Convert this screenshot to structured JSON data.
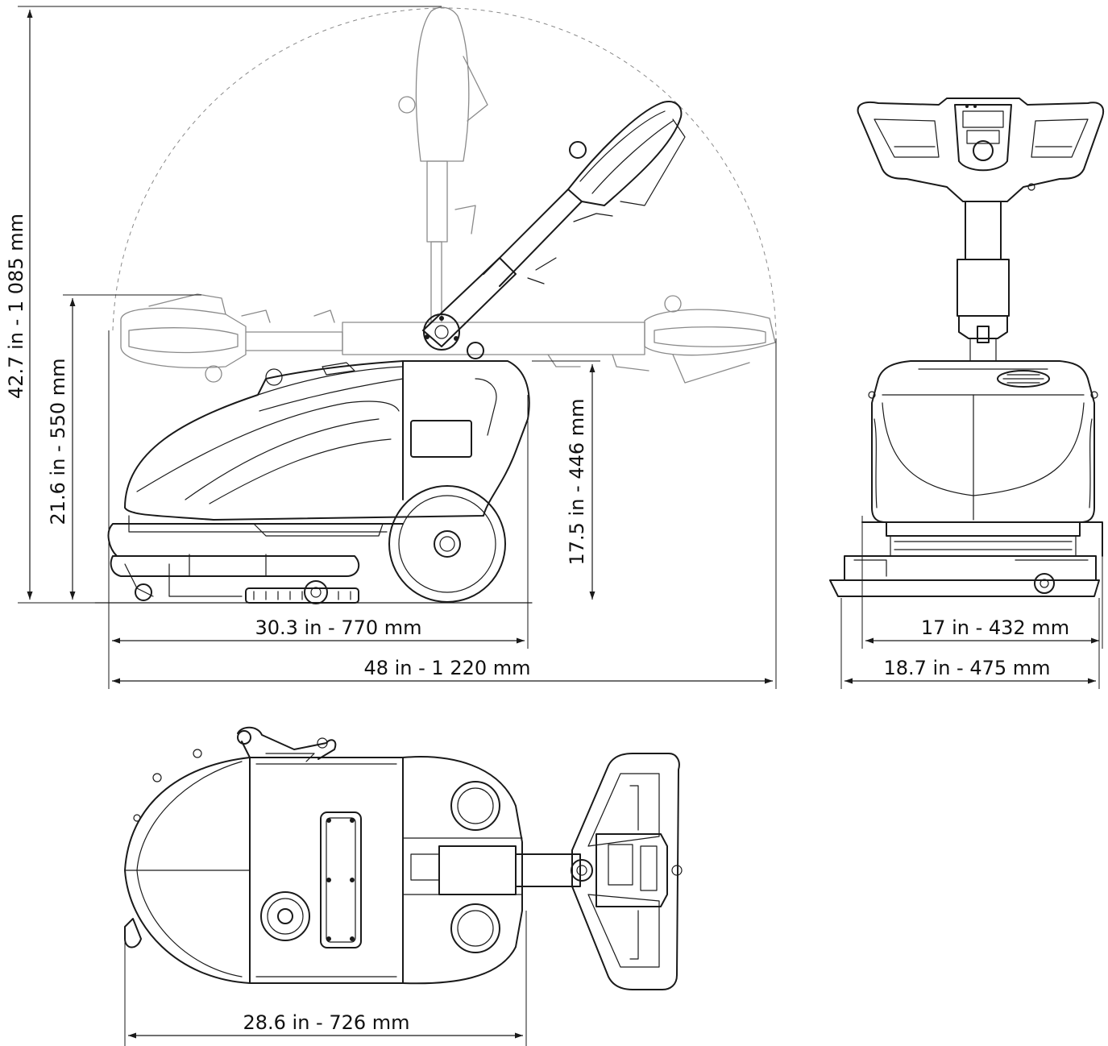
{
  "dimensions": {
    "total_height": "42.7 in - 1 085 mm",
    "handle_height": "21.6 in - 550 mm",
    "body_height": "17.5 in - 446 mm",
    "body_length": "30.3 in - 770 mm",
    "total_length": "48 in - 1 220 mm",
    "front_width": "17 in - 432 mm",
    "squeegee_width": "18.7 in - 475 mm",
    "top_length": "28.6 in - 726 mm"
  },
  "colors": {
    "line": "#1a1a1a",
    "ghost": "#8a8a8a",
    "background": "#ffffff"
  }
}
